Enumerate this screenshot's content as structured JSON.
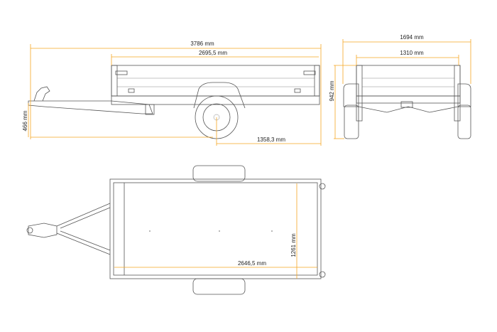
{
  "side_view": {
    "overall_length": "3786 mm",
    "box_length": "2695,5 mm",
    "drawbar_height": "466 mm",
    "axle_to_rear": "1358,3 mm"
  },
  "rear_view": {
    "overall_width": "1694 mm",
    "box_width": "1310 mm",
    "box_height": "942 mm"
  },
  "top_view": {
    "inner_length": "2646,5 mm",
    "inner_width": "1261 mm"
  },
  "colors": {
    "dimension_line": "#f5a623",
    "drawing_line": "#555555"
  }
}
